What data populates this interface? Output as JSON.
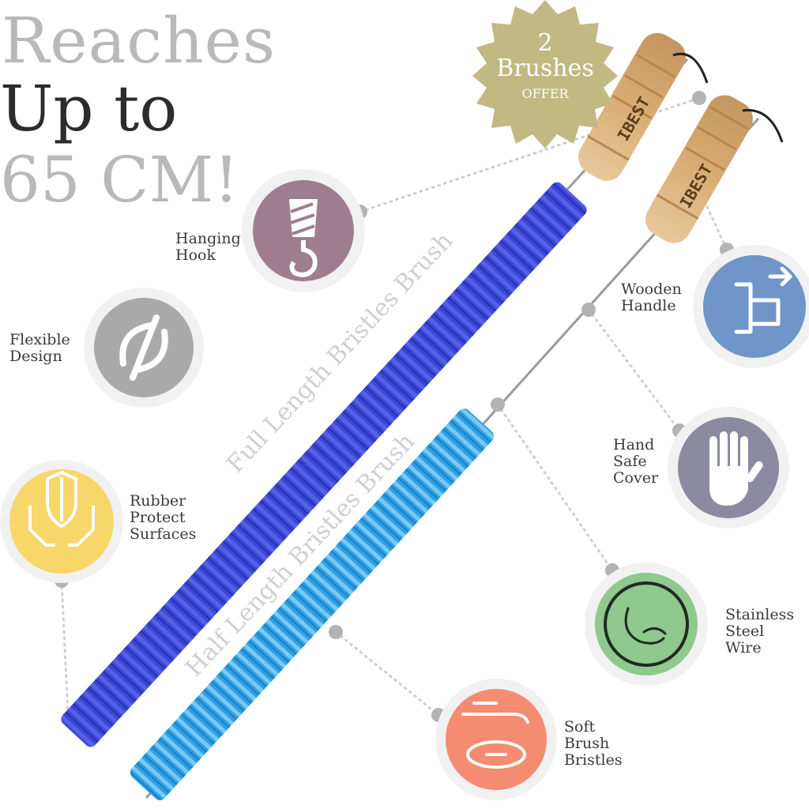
{
  "headline": {
    "line1": "Reaches",
    "asterisk": "*",
    "line2": "Up to",
    "line3": "65 CM!"
  },
  "badge": {
    "number": "2",
    "word": "Brushes",
    "sub": "OFFER",
    "color": "#c2b882"
  },
  "brushes": {
    "full_label": "Full Length Bristles Brush",
    "half_label": "Half Length Bristles Brush",
    "brand": "IBEST",
    "full_color": "#3b48d6",
    "half_color": "#2da0e6",
    "handle_color": "#d8b07a"
  },
  "features": {
    "hanging_hook": {
      "label": "Hanging\nHook",
      "icon": "hanging-hook-icon",
      "color": "#9e7e8e"
    },
    "flexible_design": {
      "label": "Flexible\nDesign",
      "icon": "flexible-icon",
      "color": "#a9a9a9"
    },
    "rubber_protect": {
      "label": "Rubber\nProtect\nSurfaces",
      "icon": "hands-shield-icon",
      "color": "#f7d76a"
    },
    "wooden_handle": {
      "label": "Wooden\nHandle",
      "icon": "hand-grip-icon",
      "color": "#6f95c9"
    },
    "hand_safe": {
      "label": "Hand\nSafe\nCover",
      "icon": "hand-icon",
      "color": "#8b8aa0"
    },
    "stainless_wire": {
      "label": "Stainless\nSteel\nWire",
      "icon": "wire-icon",
      "color": "#8fc98d"
    },
    "soft_bristles": {
      "label": "Soft\nBrush\nBristles",
      "icon": "soft-hands-icon",
      "color": "#f58b70"
    }
  }
}
